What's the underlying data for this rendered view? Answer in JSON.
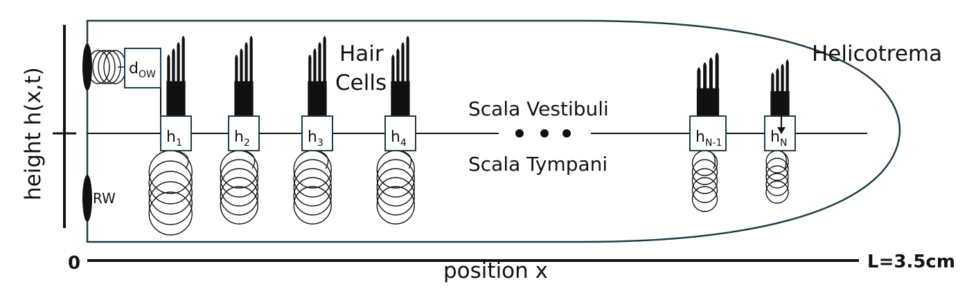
{
  "axes": {
    "y_label": "height  h(x,t)",
    "x_label": "position x",
    "x_start": "0",
    "x_end": "L=3.5cm"
  },
  "regions": {
    "hair_cells_line1": "Hair",
    "hair_cells_line2": "Cells",
    "scala_vestibuli": "Scala Vestibuli",
    "scala_tympani": "Scala Tympani",
    "helicotrema": "Helicotrema",
    "ellipsis": "• • •"
  },
  "oval_window": {
    "base": "d",
    "sub": "OW"
  },
  "round_window": "RW",
  "segments": [
    {
      "base": "h",
      "sub": "1"
    },
    {
      "base": "h",
      "sub": "2"
    },
    {
      "base": "h",
      "sub": "3"
    },
    {
      "base": "h",
      "sub": "4"
    },
    {
      "base": "h",
      "sub": "N-1"
    },
    {
      "base": "h",
      "sub": "N"
    }
  ],
  "colors": {
    "outline": "#1e3a44",
    "ink": "#111111",
    "background": "#ffffff"
  }
}
